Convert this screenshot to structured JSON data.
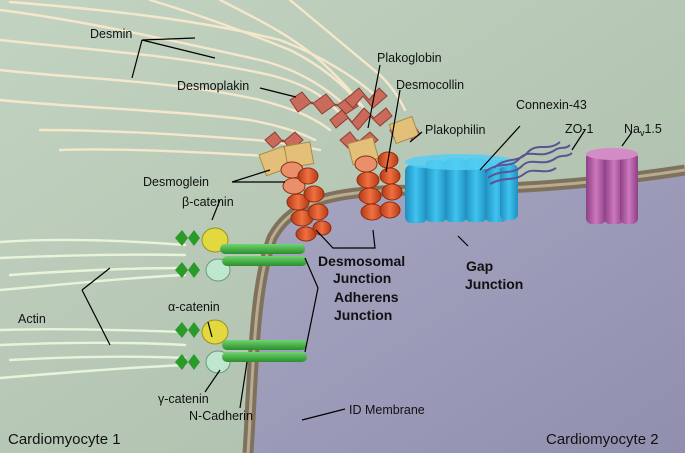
{
  "labels": {
    "desmin": "Desmin",
    "desmoplakin": "Desmoplakin",
    "plakoglobin": "Plakoglobin",
    "desmocollin": "Desmocollin",
    "plakophilin": "Plakophilin",
    "connexin43": "Connexin-43",
    "zo1": "ZO-1",
    "nav15_main": "Na",
    "nav15_sub": "v",
    "nav15_tail": "1.5",
    "desmoglein": "Desmoglein",
    "beta_catenin": "β-catenin",
    "alpha_catenin": "α-catenin",
    "gamma_catenin": "γ-catenin",
    "actin": "Actin",
    "ncadherin": "N-Cadherin",
    "id_membrane": "ID Membrane",
    "desmosomal_junction_1": "Desmosomal",
    "desmosomal_junction_2": "Junction",
    "gap_junction_1": "Gap",
    "gap_junction_2": "Junction",
    "adherens_junction_1": "Adherens",
    "adherens_junction_2": "Junction",
    "cell1": "Cardiomyocyte 1",
    "cell2": "Cardiomyocyte 2"
  },
  "colors": {
    "cell1_bg": "#b4c7b4",
    "cell2_bg": "#9d9cb8",
    "membrane": "#8a7c68",
    "desmin": "#f3e4c8",
    "desmoplakin": "#c96a5a",
    "desmoglein": "#e0522a",
    "plakophilin": "#e3c07a",
    "connexin": "#2aa7d8",
    "zo1": "#7a74b0",
    "nav": "#b05aa0",
    "cadherin": "#3aa83a",
    "catenin_yellow": "#e2d840",
    "catenin_pale": "#bfe6cf",
    "actin": "#e6f3d8"
  }
}
